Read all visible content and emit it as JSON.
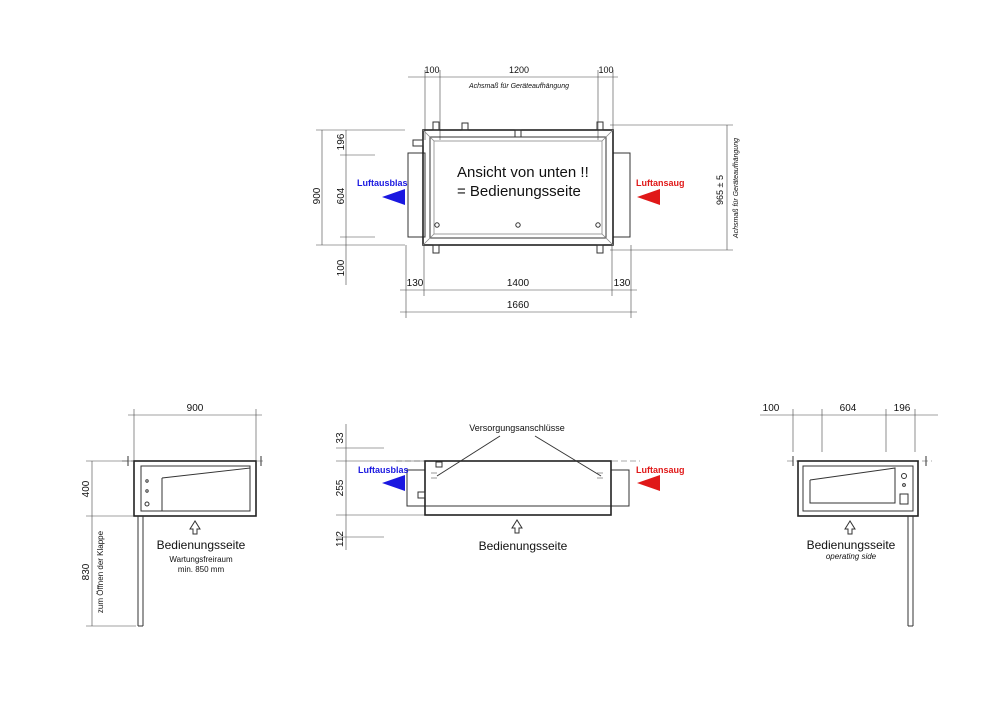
{
  "top_view": {
    "dim_top": [
      "100",
      "1200",
      "100"
    ],
    "axis_label_top": "Achsmaß für Geräteaufhängung",
    "dim_left": [
      "196",
      "604",
      "100"
    ],
    "dim_left_total": "900",
    "dim_right": "965 ± 5",
    "axis_label_right": "Achsmaß für Geräteaufhängung",
    "dim_bottom": [
      "130",
      "1400",
      "130"
    ],
    "dim_bottom_total": "1660",
    "note_line1": "Ansicht von unten !!",
    "note_line2": "= Bedienungsseite",
    "exhaust_label": "Luftausblas",
    "intake_label": "Luftansaug"
  },
  "left_view": {
    "dim_width": "900",
    "dim_height": "400",
    "dim_clearance": "830",
    "clearance_label": "zum Öffnen der Klappe",
    "side_label": "Bedienungsseite",
    "service_label_1": "Wartungsfreiraum",
    "service_label_2": "min. 850 mm"
  },
  "middle_view": {
    "dims": [
      "33",
      "255",
      "112"
    ],
    "supply_label": "Versorgungsanschlüsse",
    "exhaust_label": "Luftausblas",
    "intake_label": "Luftansaug",
    "side_label": "Bedienungsseite"
  },
  "right_view": {
    "dims": [
      "100",
      "604",
      "196"
    ],
    "side_label": "Bedienungsseite",
    "side_label_en": "operating side"
  },
  "colors": {
    "exhaust": "#1a18e0",
    "intake": "#e01818"
  }
}
